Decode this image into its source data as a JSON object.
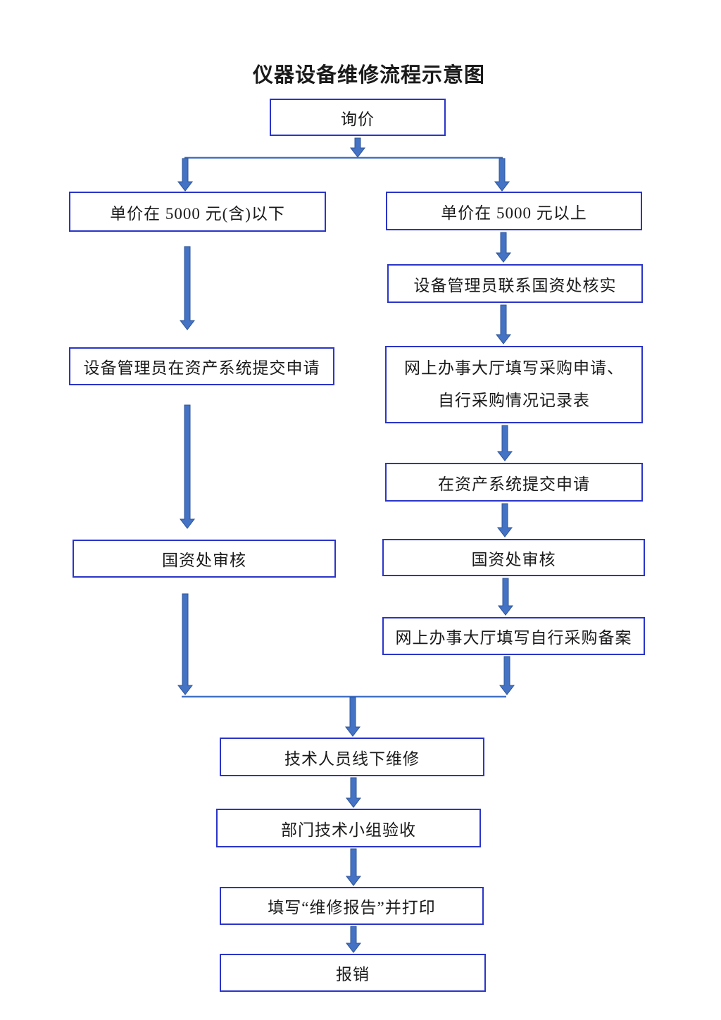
{
  "title": "仪器设备维修流程示意图",
  "nodes": {
    "inquiry": "询价",
    "left_branch": "单价在 5000 元(含)以下",
    "right_branch": "单价在 5000 元以上",
    "right_verify": "设备管理员联系国资处核实",
    "left_submit": "设备管理员在资产系统提交申请",
    "right_online_line1": "网上办事大厅填写采购申请、",
    "right_online_line2": "自行采购情况记录表",
    "right_asset": "在资产系统提交申请",
    "left_review": "国资处审核",
    "right_review": "国资处审核",
    "right_record": "网上办事大厅填写自行采购备案",
    "repair": "技术人员线下维修",
    "acceptance": "部门技术小组验收",
    "report": "填写“维修报告”并打印",
    "reimburse": "报销"
  },
  "colors": {
    "background": "#ffffff",
    "box_border": "#2a35c8",
    "arrow_fill": "#4472c4",
    "arrow_edge": "#2f5597",
    "connector": "#4472c4",
    "text": "#1a1a1a"
  }
}
